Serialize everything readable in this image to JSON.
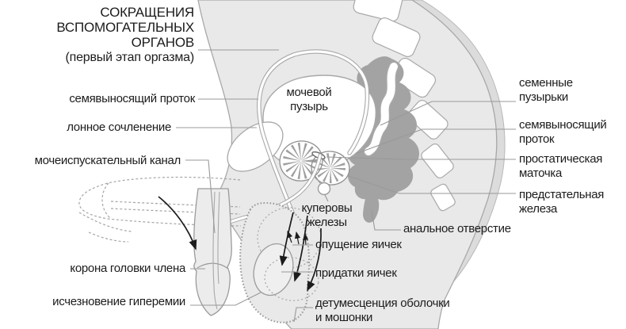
{
  "figure": {
    "title": "СОКРАЩЕНИЯ\nВСПОМОГАТЕЛЬНЫХ\nОРГАНОВ",
    "subtitle": "(первый этап оргазма)",
    "labels": {
      "vas_deferens_left": "семявыносящий проток",
      "pubic_symphysis": "лонное сочленение",
      "urethra": "мочеиспускательный канал",
      "corona_glans": "корона головки члена",
      "hyperemia_disappearance": "исчезновение гиперемии",
      "bladder": "мочевой\nпузырь",
      "cowper_glands": "куперовы\nжелезы",
      "testes_descent": "опущение яичек",
      "epididymis": "придатки яичек",
      "detumescence": "детумесценция оболочки\nи мошонки",
      "anus": "анальное отверстие",
      "seminal_vesicles": "семенные\nпузырьки",
      "vas_deferens_right": "семявыносящий\nпроток",
      "prostatic_utricle": "простатическая\nматочка",
      "prostate": "предстательная\nжелеза"
    },
    "colors": {
      "body_fill": "#e9e9e9",
      "buttock_shade": "#dcdcdc",
      "rectum_fill": "#a3a3a3",
      "outline": "#a8a8a8",
      "leader_line": "#999999",
      "text": "#1c1c1c",
      "arrow": "#1c1c1c",
      "organ_fill": "#ffffff"
    }
  }
}
